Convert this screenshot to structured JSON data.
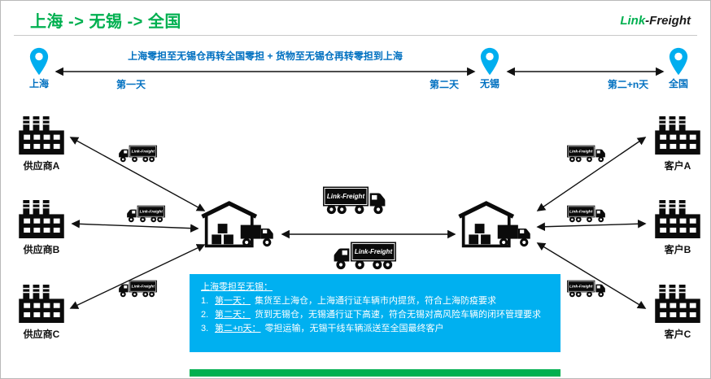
{
  "header": {
    "title": "上海 -> 无锡 -> 全国",
    "logo_part1": "Link",
    "logo_part2": "-Freight"
  },
  "timeline": {
    "route_label": "上海零担至无锡仓再转全国零担 + 货物至无锡仓再转零担到上海",
    "pins": [
      {
        "label": "上海"
      },
      {
        "label": "无锡"
      },
      {
        "label": "全国"
      }
    ],
    "days": [
      {
        "label": "第一天"
      },
      {
        "label": "第二天"
      },
      {
        "label": "第二+n天"
      }
    ]
  },
  "suppliers": [
    {
      "label": "供应商A"
    },
    {
      "label": "供应商B"
    },
    {
      "label": "供应商C"
    }
  ],
  "customers": [
    {
      "label": "客户A"
    },
    {
      "label": "客户B"
    },
    {
      "label": "客户C"
    }
  ],
  "truck_brand": "Link-Freight",
  "info_box": {
    "title": "上海零担至无锡：",
    "items": [
      {
        "num": "1.",
        "head": "第一天：",
        "body": "集货至上海仓，上海通行证车辆市内提货，符合上海防疫要求"
      },
      {
        "num": "2.",
        "head": "第二天：",
        "body": "货到无锡仓，无锡通行证下高速，符合无锡对高风险车辆的闭环管理要求"
      },
      {
        "num": "3.",
        "head": "第二+n天：",
        "body": "零担运输，无锡干线车辆派送至全国最终客户"
      }
    ]
  },
  "colors": {
    "brand_green": "#00B050",
    "pin_blue": "#00AEEF",
    "label_blue": "#0070C0",
    "info_box_blue": "#00B0F0",
    "bottom_bar_green": "#00B050"
  }
}
